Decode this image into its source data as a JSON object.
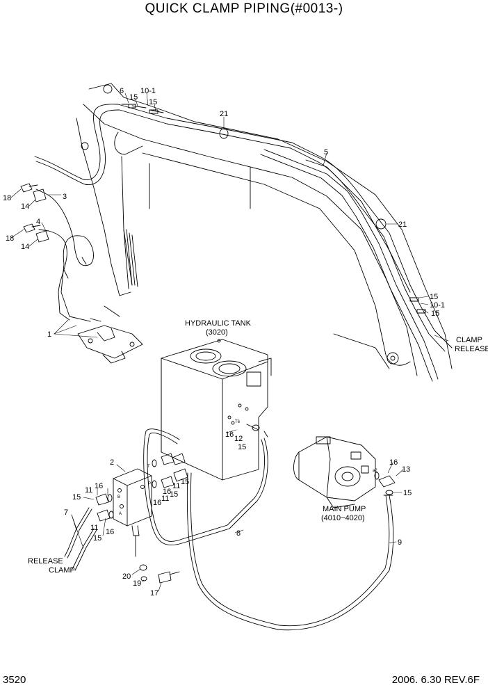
{
  "title": "QUICK CLAMP PIPING(#0013-)",
  "page_number": "3520",
  "revision": "2006. 6.30 REV.6F",
  "callouts": {
    "c1": "1",
    "c2": "2",
    "c3": "3",
    "c4": "4",
    "c5": "5",
    "c6": "6",
    "c7": "7",
    "c8": "8",
    "c9": "9",
    "c10_1a": "10-1",
    "c10_1b": "10-1",
    "c11": "11",
    "c12": "12",
    "c13": "13",
    "c14": "14",
    "c15": "15",
    "c16": "16",
    "c17": "17",
    "c18": "18",
    "c19": "19",
    "c20": "20",
    "c21": "21"
  },
  "labels": {
    "hydraulic_tank": "HYDRAULIC TANK",
    "hydraulic_tank_ref": "(3020)",
    "main_pump": "MAIN PUMP",
    "main_pump_ref": "(4010~4020)",
    "clamp": "CLAMP",
    "release": "RELEASE",
    "port_a": "A",
    "port_b": "B",
    "port_p": "P",
    "port_t": "T",
    "port_t6": "T6",
    "port_a2": "a2"
  }
}
